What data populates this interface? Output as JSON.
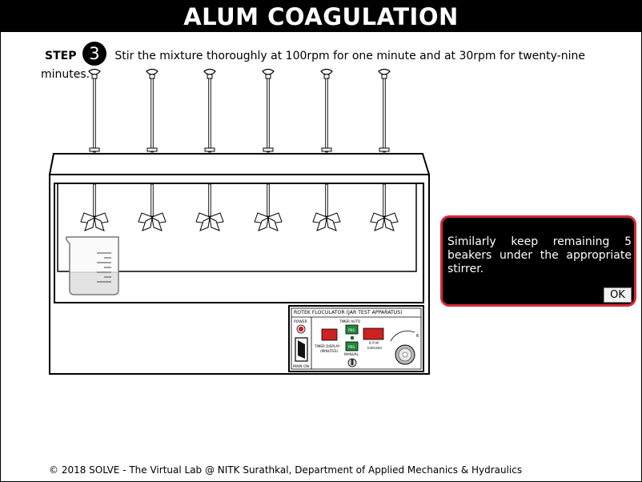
{
  "header": {
    "title": "ALUM COAGULATION"
  },
  "step": {
    "label": "STEP",
    "number": "3",
    "instruction": "Stir the mixture thoroughly at 100rpm for one minute and at 30rpm for twenty-nine minutes."
  },
  "panel": {
    "brand": "ROTEK FLOCULATOR (JAR TEST APPARATUS)",
    "power_label": "POWER",
    "main_on_label": "MAIN ON",
    "timer_display_label1": "TIMER DISPLAY",
    "timer_display_label2": "(MINUTES)",
    "timer_auto_label": "TIMER AUTO",
    "manual_label": "MANUAL",
    "rpm_label1": "R P M",
    "rpm_label2": "Indicator",
    "prs_label": "PRS",
    "dial_mark": "6"
  },
  "dialog": {
    "message": "Similarly keep remaining 5 beakers under the appropriate stirrer.",
    "ok_label": "OK"
  },
  "footer": {
    "text": "© 2018 SOLVE - The Virtual Lab @ NITK Surathkal, Department of Applied Mechanics & Hydraulics"
  },
  "colors": {
    "title_bg": "#000000",
    "dialog_border": "#d62a39",
    "display_red": "#cc2222",
    "button_green": "#1f8a3a"
  }
}
